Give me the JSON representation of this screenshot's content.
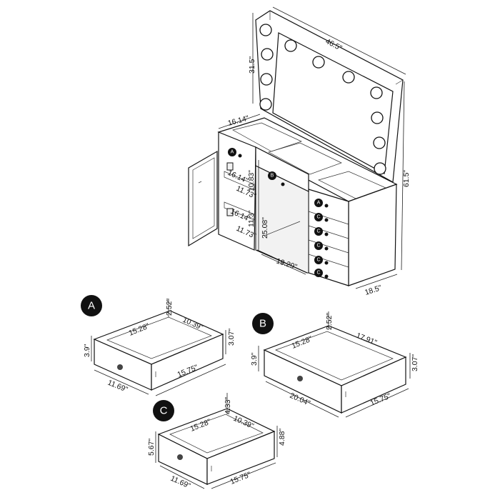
{
  "vanity": {
    "mirror_width": "46.5\"",
    "mirror_height": "31.5\"",
    "total_height": "61.5\"",
    "depth": "18.5\"",
    "cabinet_depth": "16.14\"",
    "shelf_depth_1": "16.14\"",
    "shelf_width_1": "11.73\"",
    "shelf_height_1": "10.83\"",
    "shelf_depth_2": "16.14\"",
    "shelf_width_2": "11.73\"",
    "shelf_height_2": "11.3\"",
    "knee_height": "25.08\"",
    "knee_width": "19.29\"",
    "badges": {
      "a": "A",
      "b": "B",
      "c": "C"
    }
  },
  "drawer_a": {
    "badge": "A",
    "inner_width": "15.28\"",
    "inner_depth": "10.39\"",
    "inner_height": "2.52\"",
    "height": "3.9\"",
    "side_height": "3.07\"",
    "front_width": "11.69\"",
    "length": "15.75\""
  },
  "drawer_b": {
    "badge": "B",
    "inner_width": "15.28\"",
    "inner_depth": "17.91\"",
    "inner_height": "2.52\"",
    "height": "3.9\"",
    "side_height": "3.07\"",
    "front_width": "20.04\"",
    "length": "15.75\""
  },
  "drawer_c": {
    "badge": "C",
    "inner_width": "15.28\"",
    "inner_depth": "10.39\"",
    "inner_height": "4.33\"",
    "height": "5.67\"",
    "side_height": "4.88\"",
    "front_width": "11.69\"",
    "length": "15.75\""
  }
}
